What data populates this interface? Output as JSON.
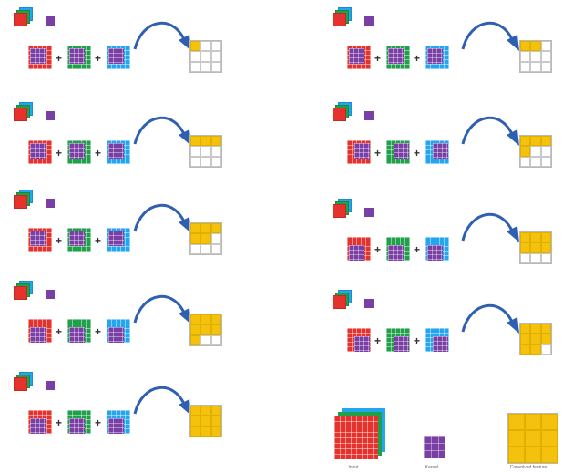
{
  "figure": {
    "colors": {
      "red": "#e5322d",
      "green": "#1fa14a",
      "blue": "#22a6f0",
      "purple": "#7a3fa5",
      "yellow": "#f4c20d",
      "arrow": "#2f5fb3"
    },
    "steps_left": [
      {
        "filled": 1,
        "kernel_pos": "top-left"
      },
      {
        "filled": 3,
        "kernel_pos": "top-left"
      },
      {
        "filled": 5,
        "kernel_pos": "top-left"
      },
      {
        "filled": 7,
        "kernel_pos": "bottom-left"
      },
      {
        "filled": 9,
        "kernel_pos": "bottom-left"
      }
    ],
    "steps_right": [
      {
        "filled": 2,
        "kernel_pos": "top-left"
      },
      {
        "filled": 4,
        "kernel_pos": "top-right"
      },
      {
        "filled": 6,
        "kernel_pos": "bottom-left"
      },
      {
        "filled": 8,
        "kernel_pos": "bottom-right"
      }
    ],
    "legend": {
      "input_label": "Input",
      "kernel_label": "Kernel",
      "output_label": "Convolved feature"
    },
    "operator_symbol": "+"
  }
}
